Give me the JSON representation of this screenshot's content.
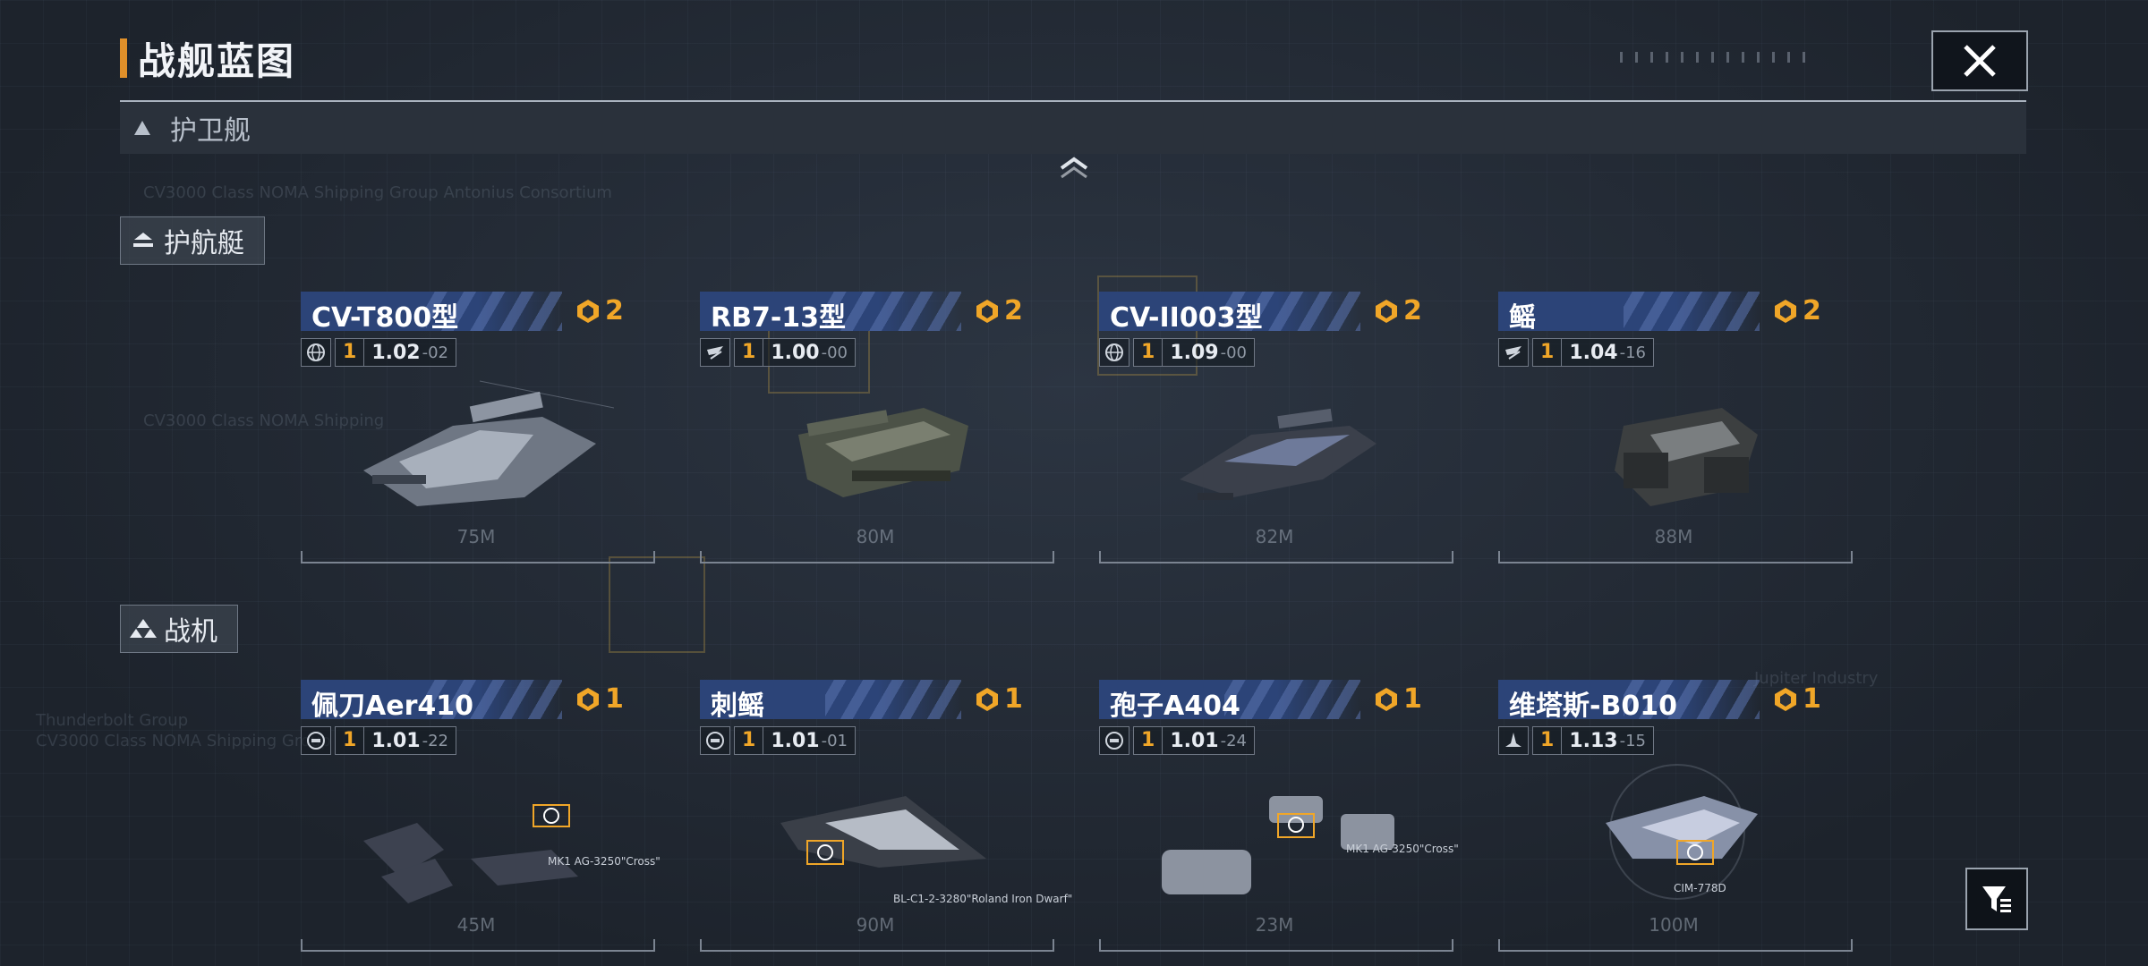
{
  "header": {
    "title": "战舰蓝图"
  },
  "category": {
    "label": "护卫舰"
  },
  "sections": [
    {
      "label": "护航艇",
      "ships": [
        {
          "name": "CV-T800型",
          "cost": "2",
          "level": "1",
          "version": "1.02",
          "sub": "-02",
          "length": "75M",
          "stat_icon": "globe-icon"
        },
        {
          "name": "RB7-13型",
          "cost": "2",
          "level": "1",
          "version": "1.00",
          "sub": "-00",
          "length": "80M",
          "stat_icon": "faction-icon"
        },
        {
          "name": "CV-II003型",
          "cost": "2",
          "level": "1",
          "version": "1.09",
          "sub": "-00",
          "length": "82M",
          "stat_icon": "globe-icon"
        },
        {
          "name": "鳐",
          "cost": "2",
          "level": "1",
          "version": "1.04",
          "sub": "-16",
          "length": "88M",
          "stat_icon": "faction-icon"
        }
      ]
    },
    {
      "label": "战机",
      "ships": [
        {
          "name": "佩刀Aer410",
          "cost": "1",
          "level": "1",
          "version": "1.01",
          "sub": "-22",
          "length": "45M",
          "stat_icon": "engine-icon",
          "weapon": "MK1 AG-3250\"Cross\""
        },
        {
          "name": "刺鳐",
          "cost": "1",
          "level": "1",
          "version": "1.01",
          "sub": "-01",
          "length": "90M",
          "stat_icon": "engine-icon",
          "weapon": "BL-C1-2-3280\"Roland Iron Dwarf\""
        },
        {
          "name": "孢子A404",
          "cost": "1",
          "level": "1",
          "version": "1.01",
          "sub": "-24",
          "length": "23M",
          "stat_icon": "engine-icon",
          "weapon": "MK1 AG-3250\"Cross\""
        },
        {
          "name": "维塔斯-B010",
          "cost": "1",
          "level": "1",
          "version": "1.13",
          "sub": "-15",
          "length": "100M",
          "stat_icon": "jet-icon",
          "weapon": "CIM-778D"
        }
      ]
    }
  ],
  "colors": {
    "accent": "#e0902a",
    "cost": "#f0a628",
    "title_band": "#2c4478"
  }
}
